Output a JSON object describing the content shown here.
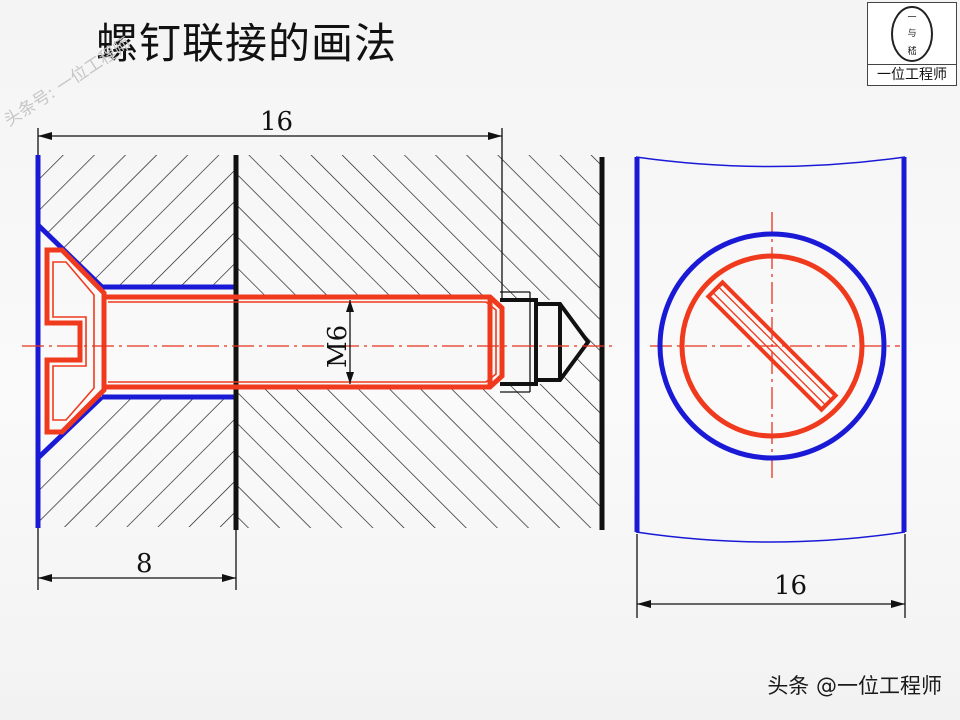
{
  "title": "螺钉联接的画法",
  "logo": {
    "caption": "一位工程师",
    "seal_lines": [
      "一",
      "与",
      "嵇"
    ]
  },
  "watermark_top": "头条号: 一位工程师",
  "watermark_bottom": "头条 @一位工程师",
  "dimensions": {
    "top_length": "16",
    "left_thickness": "8",
    "end_view_width": "16",
    "thread_size": "M6"
  },
  "colors": {
    "outline": "#1a1ad6",
    "screw": "#f03a1e",
    "hatch": "#111111",
    "centerline": "#e8321c"
  }
}
